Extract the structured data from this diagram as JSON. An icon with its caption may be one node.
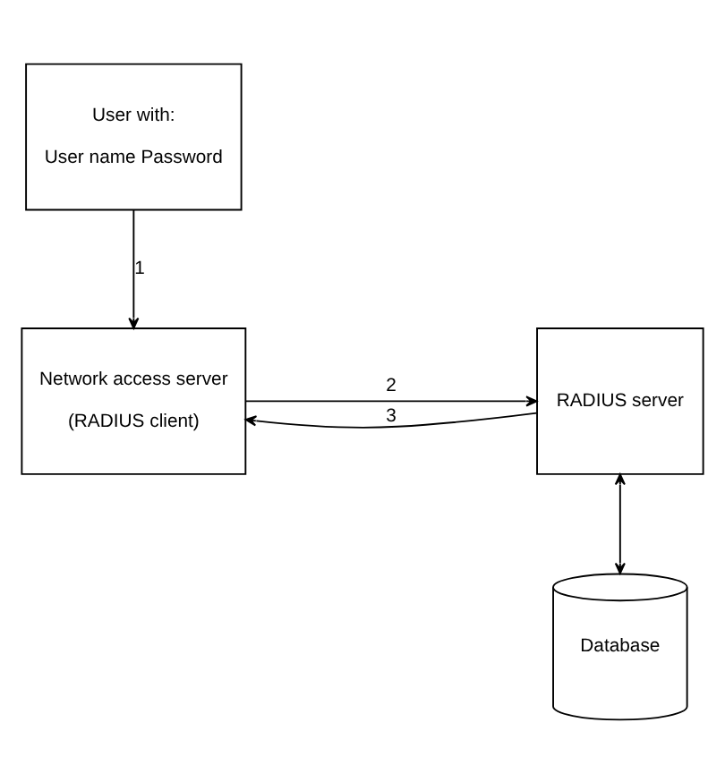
{
  "diagram": {
    "nodes": [
      {
        "text": [
          "User with:",
          "User name Password"
        ]
      },
      {
        "text": [
          "Network access server",
          "(RADIUS client)"
        ]
      },
      {
        "text": [
          "RADIUS server"
        ]
      },
      {
        "text": [
          "Database"
        ]
      }
    ],
    "edges": [
      {
        "from": 0,
        "to": 1,
        "arrow": "to",
        "label": "1"
      },
      {
        "from": 1,
        "to": 2,
        "arrow": "to",
        "label": "2"
      },
      {
        "from": 2,
        "to": 1,
        "arrow": "to",
        "label": "3"
      },
      {
        "from": 2,
        "to": 3,
        "arrow": "both"
      }
    ]
  }
}
